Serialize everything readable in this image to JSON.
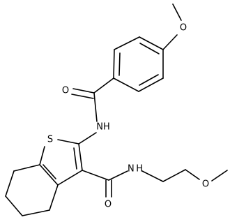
{
  "structure": {
    "atoms": {
      "o_methoxy_top": "O",
      "o_carbonyl_upper": "O",
      "nh_amide_upper": "NH",
      "s_thiophene": "S",
      "nh_amide_lower": "N H",
      "o_methoxyethyl": "O",
      "o_carbonyl_lower": "O"
    },
    "colors": {
      "bond": "#000000",
      "label": "#000000",
      "background": "#ffffff"
    }
  }
}
